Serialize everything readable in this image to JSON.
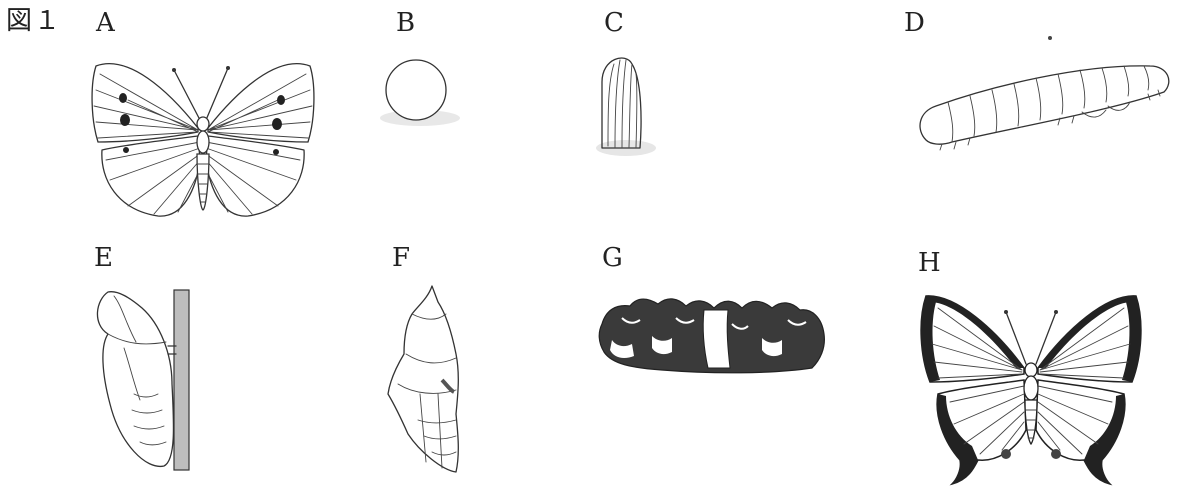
{
  "figure_label": "図１",
  "panels": [
    {
      "key": "A",
      "label": "A"
    },
    {
      "key": "B",
      "label": "B"
    },
    {
      "key": "C",
      "label": "C"
    },
    {
      "key": "D",
      "label": "D"
    },
    {
      "key": "E",
      "label": "E"
    },
    {
      "key": "F",
      "label": "F"
    },
    {
      "key": "G",
      "label": "G"
    },
    {
      "key": "H",
      "label": "H"
    }
  ]
}
